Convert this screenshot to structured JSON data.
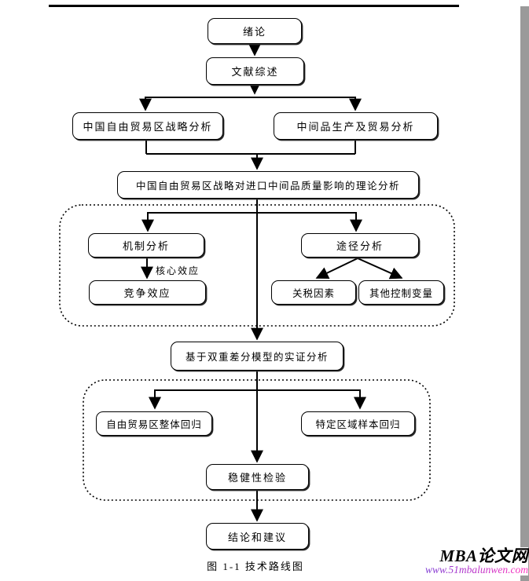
{
  "figure": {
    "caption": "图 1-1  技术路线图"
  },
  "watermark": {
    "site_name": "MBA论文网",
    "site_url": "www.51mbalunwen.com",
    "url_gradient_start": "#7d3bd4",
    "url_gradient_end": "#ff2fbe"
  },
  "flowchart": {
    "nodes": [
      {
        "id": "intro",
        "label": "绪论"
      },
      {
        "id": "literature-review",
        "label": "文献综述"
      },
      {
        "id": "ftz-strategy",
        "label": "中国自由贸易区战略分析"
      },
      {
        "id": "intermediate-goods",
        "label": "中间品生产及贸易分析"
      },
      {
        "id": "theory-analysis",
        "label": "中国自由贸易区战略对进口中间品质量影响的理论分析"
      },
      {
        "id": "mechanism-analysis",
        "label": "机制分析"
      },
      {
        "id": "competition-effect",
        "label": "竞争效应"
      },
      {
        "id": "path-analysis",
        "label": "途径分析"
      },
      {
        "id": "tariff-factor",
        "label": "关税因素"
      },
      {
        "id": "other-controls",
        "label": "其他控制变量"
      },
      {
        "id": "empirical-analysis",
        "label": "基于双重差分模型的实证分析"
      },
      {
        "id": "overall-regression",
        "label": "自由贸易区整体回归"
      },
      {
        "id": "region-sample",
        "label": "特定区域样本回归"
      },
      {
        "id": "robustness-test",
        "label": "稳健性检验"
      },
      {
        "id": "conclusion",
        "label": "结论和建议"
      }
    ],
    "edge_labels": {
      "core_effect": "核心效应"
    }
  }
}
